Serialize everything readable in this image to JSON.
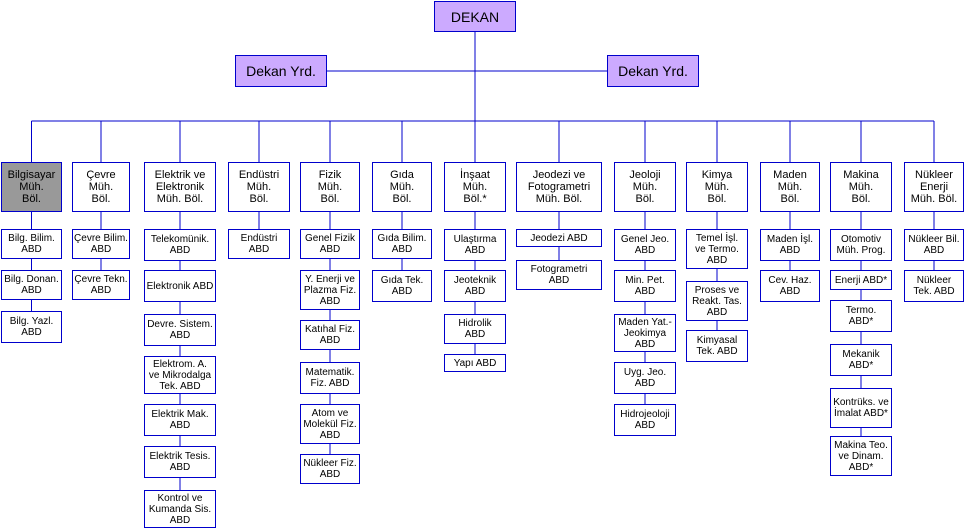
{
  "dekan": "DEKAN",
  "deputies": [
    "Dekan Yrd.",
    "Dekan Yrd."
  ],
  "departments": [
    {
      "name": "Bilgisayar\nMüh.\nBöl.",
      "selected": true,
      "units": [
        "Bilg. Bilim.\nABD",
        "Bilg. Donan.\nABD",
        "Bilg. Yazl.\nABD"
      ]
    },
    {
      "name": "Çevre\nMüh.\nBöl.",
      "units": [
        "Çevre Bilim.\nABD",
        "Çevre Tekn.\nABD"
      ]
    },
    {
      "name": "Elektrik ve\nElektronik\nMüh. Böl.",
      "units": [
        "Telekomünik.\nABD",
        "Elektronik ABD",
        "Devre. Sistem.\nABD",
        "Elektrom. A.\nve Mikrodalga\nTek. ABD",
        "Elektrik Mak.\nABD",
        "Elektrik Tesis.\nABD",
        "Kontrol ve\nKumanda Sis.\nABD"
      ]
    },
    {
      "name": "Endüstri\nMüh.\nBöl.",
      "units": [
        "Endüstri\nABD"
      ]
    },
    {
      "name": "Fizik\nMüh.\nBöl.",
      "units": [
        "Genel Fizik\nABD",
        "Y. Enerji ve\nPlazma Fiz.\nABD",
        "Katıhal Fiz.\nABD",
        "Matematik.\nFiz. ABD",
        "Atom ve\nMolekül Fiz.\nABD",
        "Nükleer Fiz.\nABD"
      ]
    },
    {
      "name": "Gıda\nMüh.\nBöl.",
      "units": [
        "Gıda Bilim.\nABD",
        "Gıda Tek.\nABD"
      ]
    },
    {
      "name": "İnşaat\nMüh.\nBöl.*",
      "units": [
        "Ulaştırma\nABD",
        "Jeoteknik\nABD",
        "Hidrolik\nABD",
        "Yapı ABD"
      ]
    },
    {
      "name": "Jeodezi ve\nFotogrametri\nMüh. Böl.",
      "units": [
        "Jeodezi ABD",
        "Fotogrametri\nABD"
      ]
    },
    {
      "name": "Jeoloji\nMüh.\nBöl.",
      "units": [
        "Genel Jeo.\nABD",
        "Min. Pet.\nABD",
        "Maden Yat.-\nJeokimya\nABD",
        "Uyg. Jeo.\nABD",
        "Hidrojeoloji\nABD"
      ]
    },
    {
      "name": "Kimya\nMüh.\nBöl.",
      "units": [
        "Temel İşl.\nve Termo.\nABD",
        "Proses ve\nReakt. Tas.\nABD",
        "Kimyasal\nTek. ABD"
      ]
    },
    {
      "name": "Maden\nMüh.\nBöl.",
      "units": [
        "Maden İşl.\nABD",
        "Cev. Haz.\nABD"
      ]
    },
    {
      "name": "Makina\nMüh.\nBöl.",
      "units": [
        "Otomotiv\nMüh. Prog.",
        "Enerji ABD*",
        "Termo.\nABD*",
        "Mekanik\nABD*",
        "Kontrüks. ve\nİmalat ABD*",
        "Makina Teo.\nve Dinam.\nABD*"
      ]
    },
    {
      "name": "Nükleer\nEnerji\nMüh. Böl.",
      "units": [
        "Nükleer Bil.\nABD",
        "Nükleer\nTek. ABD"
      ]
    }
  ]
}
